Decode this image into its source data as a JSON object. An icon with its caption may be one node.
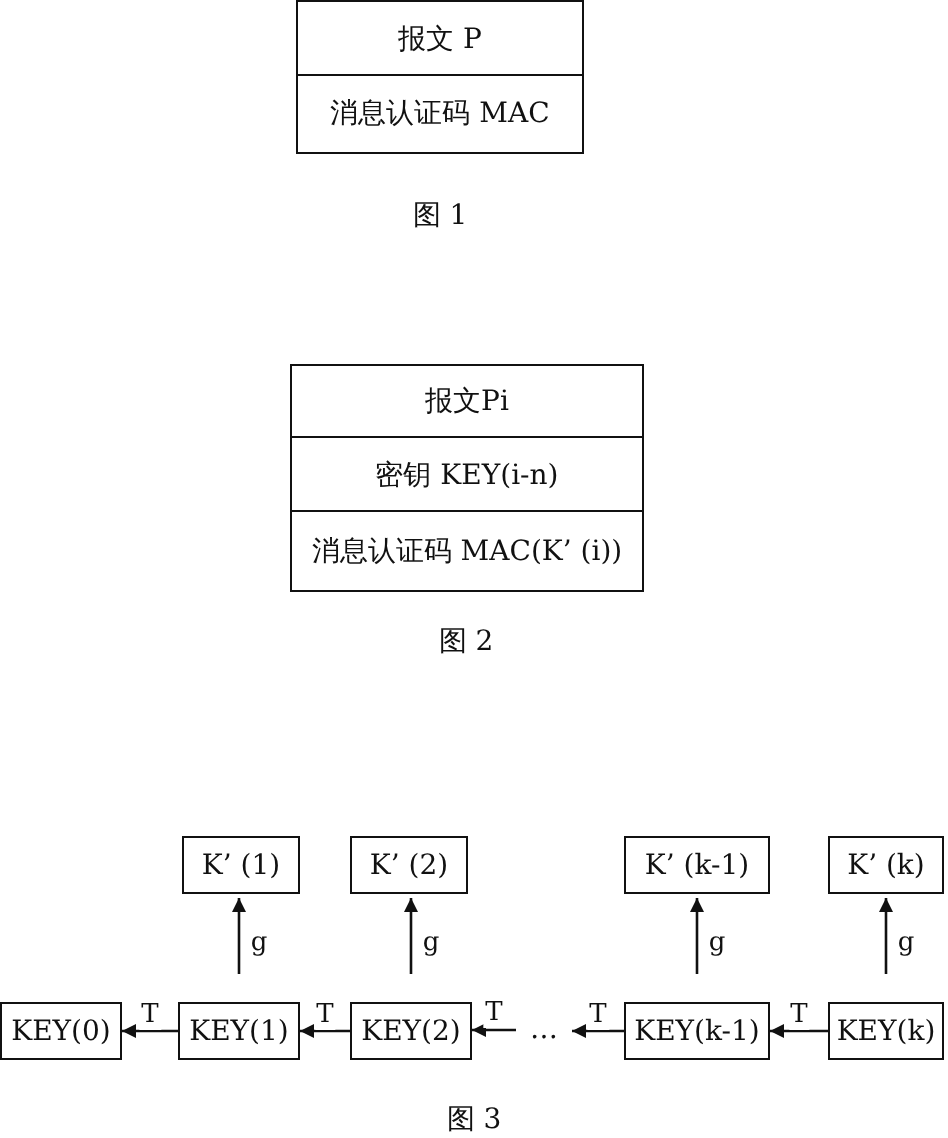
{
  "diagram": {
    "nodes": [
      {
        "text": [
          "报文 P"
        ]
      },
      {
        "text": [
          "消息认证码 MAC"
        ]
      },
      {
        "text": [
          "报文Pi"
        ]
      },
      {
        "text": [
          "密钥 KEY(i-n)"
        ]
      },
      {
        "text": [
          "消息认证码 MAC(K’ (i))"
        ]
      },
      {
        "text": [
          "K’ (1)"
        ]
      },
      {
        "text": [
          "K’ (2)"
        ]
      },
      {
        "text": [
          "K’ (k-1)"
        ]
      },
      {
        "text": [
          "K’ (k)"
        ]
      },
      {
        "text": [
          "KEY(0)"
        ]
      },
      {
        "text": [
          "KEY(1)"
        ]
      },
      {
        "text": [
          "KEY(2)"
        ]
      },
      {
        "text": [
          "…"
        ]
      },
      {
        "text": [
          "KEY(k-1)"
        ]
      },
      {
        "text": [
          "KEY(k)"
        ]
      }
    ],
    "edges": [
      {
        "from": 10,
        "to": 9,
        "arrow": "to",
        "label": "T"
      },
      {
        "from": 11,
        "to": 10,
        "arrow": "to",
        "label": "T"
      },
      {
        "from": 12,
        "to": 11,
        "arrow": "to",
        "label": "T"
      },
      {
        "from": 13,
        "to": 12,
        "arrow": "to",
        "label": "T"
      },
      {
        "from": 14,
        "to": 13,
        "arrow": "to",
        "label": "T"
      },
      {
        "from": 10,
        "to": 5,
        "arrow": "to",
        "label": "g"
      },
      {
        "from": 11,
        "to": 6,
        "arrow": "to",
        "label": "g"
      },
      {
        "from": 13,
        "to": 7,
        "arrow": "to",
        "label": "g"
      },
      {
        "from": 14,
        "to": 8,
        "arrow": "to",
        "label": "g"
      }
    ],
    "labels": [
      "图 1",
      "图 2",
      "图 3"
    ]
  }
}
